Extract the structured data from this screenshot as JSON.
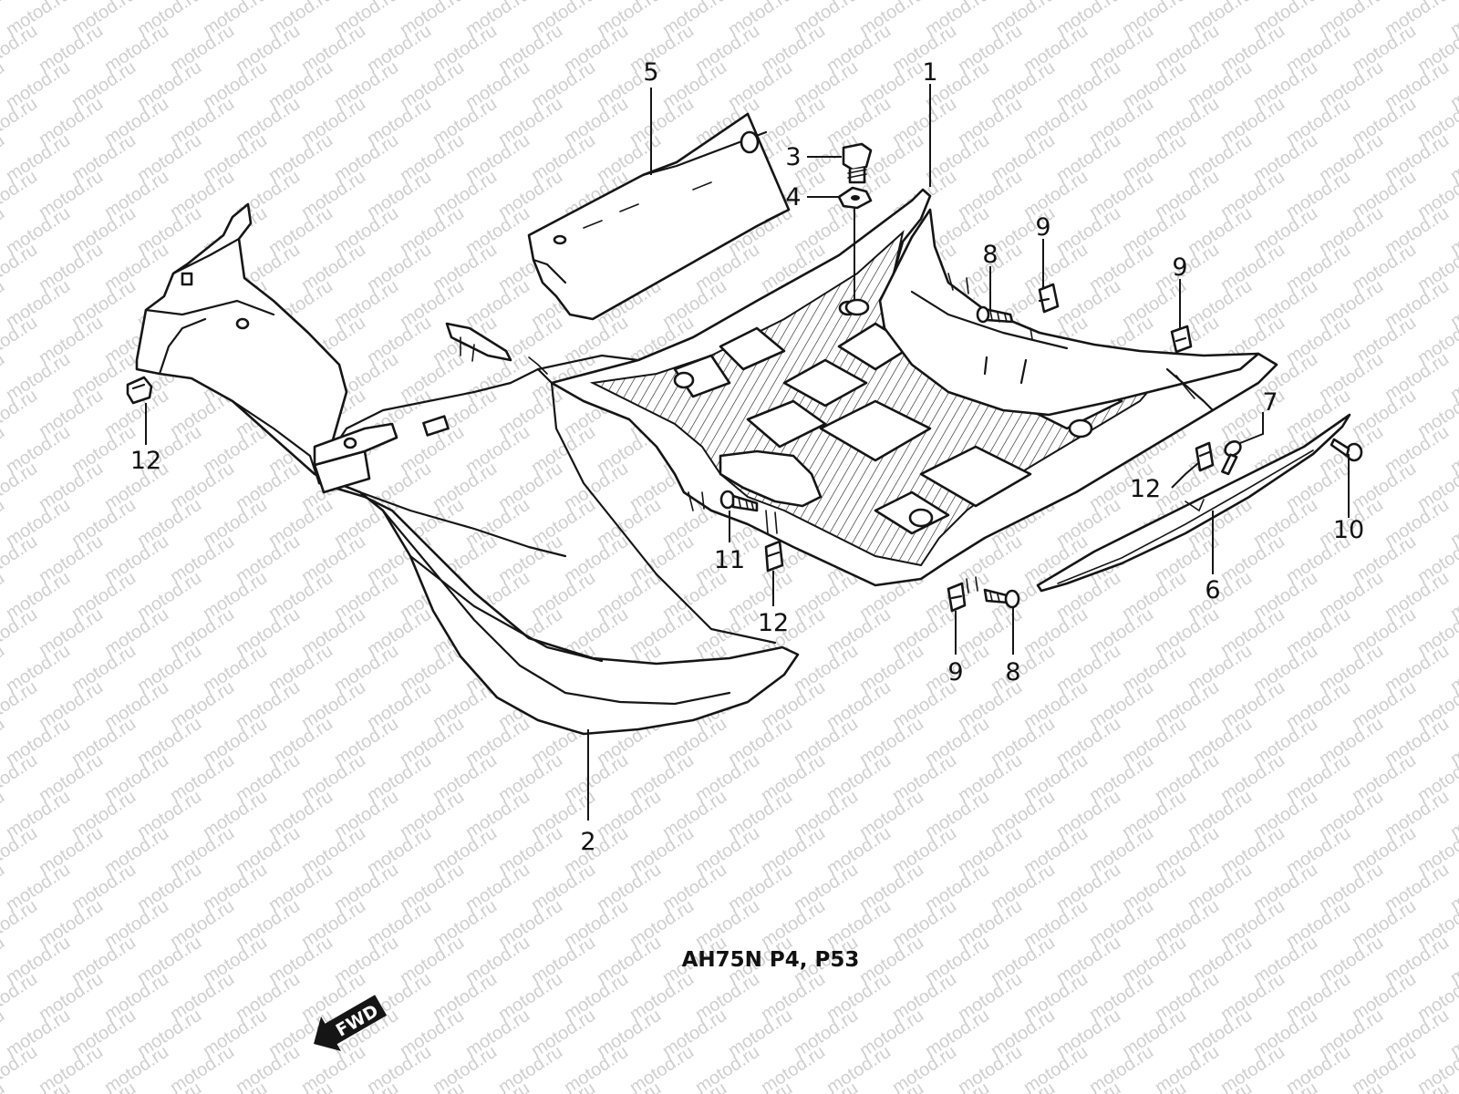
{
  "watermark": "motod.ru",
  "colors": {
    "ink": "#151515",
    "paper": "#ffffff",
    "watermark": "#a8a8a8"
  },
  "caption": "AH75N P4, P53",
  "fwd_label": "FWD",
  "callouts": [
    {
      "id": "c1",
      "label": "1"
    },
    {
      "id": "c2",
      "label": "2"
    },
    {
      "id": "c3",
      "label": "3"
    },
    {
      "id": "c4",
      "label": "4"
    },
    {
      "id": "c5",
      "label": "5"
    },
    {
      "id": "c6",
      "label": "6"
    },
    {
      "id": "c7",
      "label": "7"
    },
    {
      "id": "c8a",
      "label": "8"
    },
    {
      "id": "c8b",
      "label": "8"
    },
    {
      "id": "c9a",
      "label": "9"
    },
    {
      "id": "c9b",
      "label": "9"
    },
    {
      "id": "c9c",
      "label": "9"
    },
    {
      "id": "c10",
      "label": "10"
    },
    {
      "id": "c11",
      "label": "11"
    },
    {
      "id": "c12a",
      "label": "12"
    },
    {
      "id": "c12b",
      "label": "12"
    },
    {
      "id": "c12c",
      "label": "12"
    }
  ]
}
